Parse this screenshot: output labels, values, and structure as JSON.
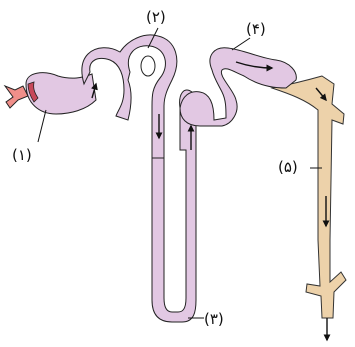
{
  "labels": {
    "label_1": "(۱)",
    "label_2": "(۲)",
    "label_3": "(۳)",
    "label_4": "(۴)",
    "label_5": "(۵)"
  },
  "colors": {
    "tubule_fill": "#e2c8e3",
    "tubule_stroke": "#222222",
    "duct_fill": "#edd2aa",
    "vessel_fill": "#f08f8a",
    "glomerulus": "#c7485a",
    "text": "#111111"
  }
}
